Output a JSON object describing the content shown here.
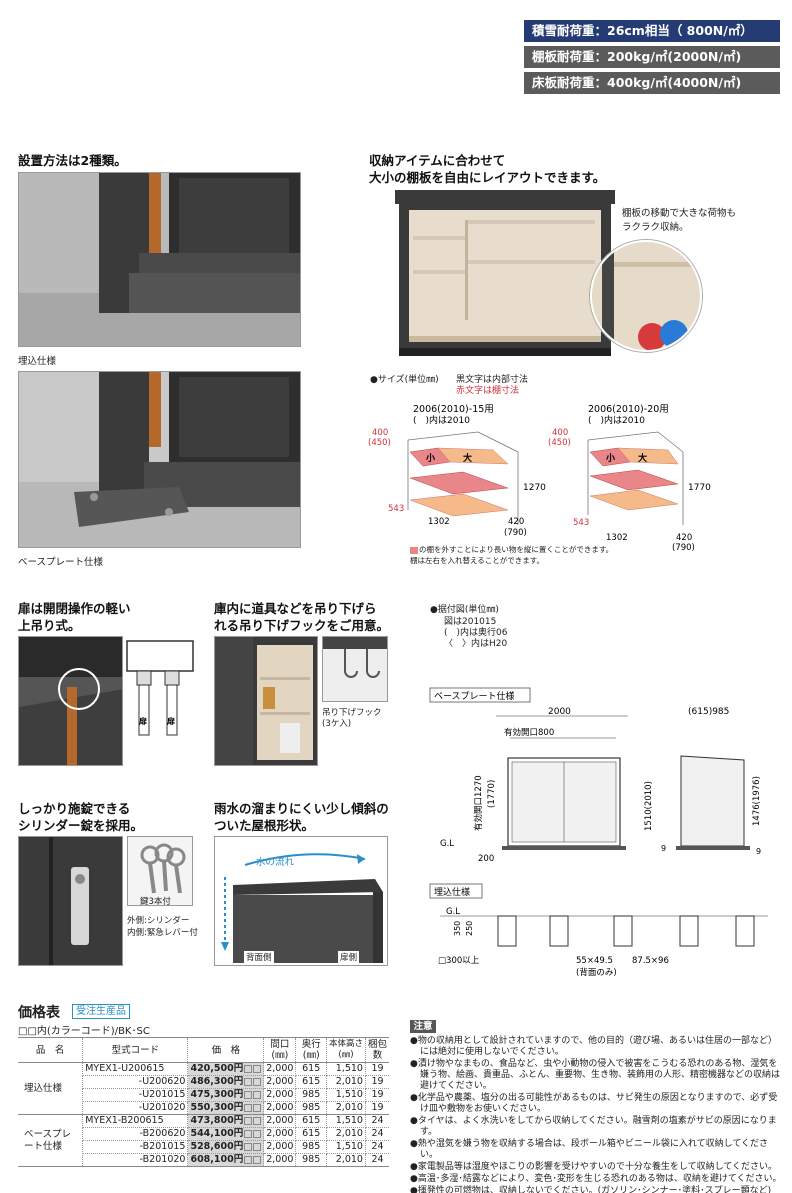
{
  "specs": [
    "積雪耐荷重：26cm相当（ 800N/㎡）",
    "棚板耐荷重：200kg/㎡(2000N/㎡)",
    "床板耐荷重：400kg/㎡(4000N/㎡)"
  ],
  "install": {
    "title": "設置方法は2種類。",
    "type1_caption": "埋込仕様",
    "type2_caption": "ベースプレート仕様"
  },
  "shelf": {
    "title_line1": "収納アイテムに合わせて",
    "title_line2": "大小の棚板を自由にレイアウトできます。",
    "callout_line1": "棚板の移動で大きな荷物も",
    "callout_line2": "ラクラク収納。"
  },
  "size_legend": {
    "label": "●サイズ(単位㎜)",
    "black": "黒文字は内部寸法",
    "red": "赤文字は棚寸法"
  },
  "diagram_15": {
    "title": "2006(2010)-15用",
    "sub": "(　)内は2010",
    "d400": "400",
    "d450": "(450)",
    "small": "小",
    "large": "大",
    "h": "1270",
    "d543": "543",
    "d1302": "1302",
    "d420": "420",
    "d790": "(790)"
  },
  "diagram_20": {
    "title": "2006(2010)-20用",
    "sub": "(　)内は2010",
    "d400": "400",
    "d450": "(450)",
    "small": "小",
    "large": "大",
    "h": "1770",
    "d543": "543",
    "d1302": "1302",
    "d420": "420",
    "d790": "(790)"
  },
  "diagram_note_1": "の棚を外すことにより長い物を縦に置くことができます。",
  "diagram_note_2": "棚は左右を入れ替えることができます。",
  "door": {
    "title_line1": "扉は開閉操作の軽い",
    "title_line2": "上吊り式。",
    "label": "扉"
  },
  "hook": {
    "title_line1": "庫内に道具などを吊り下げら",
    "title_line2": "れる吊り下げフックをご用意。",
    "caption_line1": "吊り下げフック",
    "caption_line2": "(3ケ入)"
  },
  "lock": {
    "title_line1": "しっかり施錠できる",
    "title_line2": "シリンダー錠を採用。",
    "keys": "鍵3本付",
    "caption_line1": "外側:シリンダー",
    "caption_line2": "内側:緊急レバー付"
  },
  "roof": {
    "title_line1": "雨水の溜まりにくい少し傾斜の",
    "title_line2": "ついた屋根形状。",
    "flow": "水の流れ",
    "back": "背面側",
    "front": "扉側"
  },
  "install_fig": {
    "title": "●据付図(単位㎜)",
    "line1": "図は201015",
    "line2": "(　)内は奥行06",
    "line3": "〈　〉内はH20",
    "base_label": "ベースプレート仕様",
    "embed_label": "埋込仕様",
    "w2000": "2000",
    "opening": "有効開口800",
    "d985": "(615)985",
    "h_open": "有効開口1270",
    "h_open2": "(1770)",
    "h1510": "1510(2010)",
    "h1476": "1476(1976)",
    "g1": "G.L",
    "g2": "G.L",
    "d200": "200",
    "d9a": "9",
    "d9b": "9",
    "d350": "350",
    "d250": "250",
    "d300": "□300以上",
    "d55": "55×49.5",
    "d55sub": "(背面のみ)",
    "d87": "87.5×96"
  },
  "price": {
    "title": "価格表",
    "badge": "受注生産品",
    "note": "□□内(カラーコード)/BK･SC",
    "headers": [
      "品　名",
      "型式コード",
      "価　格",
      "間口\n(㎜)",
      "奥行\n(㎜)",
      "本体高さ\n(㎜)",
      "梱包\n数"
    ],
    "groups": [
      {
        "name": "埋込仕様",
        "rows": [
          {
            "code": "MYEX1-U200615",
            "price": "420,500円",
            "w": "2,000",
            "d": "615",
            "h": "1,510",
            "n": "19"
          },
          {
            "code": "-U200620",
            "price": "486,300円",
            "w": "2,000",
            "d": "615",
            "h": "2,010",
            "n": "19"
          },
          {
            "code": "-U201015",
            "price": "475,300円",
            "w": "2,000",
            "d": "985",
            "h": "1,510",
            "n": "19"
          },
          {
            "code": "-U201020",
            "price": "550,300円",
            "w": "2,000",
            "d": "985",
            "h": "2,010",
            "n": "19"
          }
        ]
      },
      {
        "name": "ベースプレート仕様",
        "rows": [
          {
            "code": "MYEX1-B200615",
            "price": "473,800円",
            "w": "2,000",
            "d": "615",
            "h": "1,510",
            "n": "24"
          },
          {
            "code": "-B200620",
            "price": "544,100円",
            "w": "2,000",
            "d": "615",
            "h": "2,010",
            "n": "24"
          },
          {
            "code": "-B201015",
            "price": "528,600円",
            "w": "2,000",
            "d": "985",
            "h": "1,510",
            "n": "24"
          },
          {
            "code": "-B201020",
            "price": "608,100円",
            "w": "2,000",
            "d": "985",
            "h": "2,010",
            "n": "24"
          }
        ]
      }
    ]
  },
  "caution": {
    "title": "注意",
    "items": [
      "●物の収納用として設計されていますので、他の目的（遊び場、あるいは住居の一部など）には絶対に使用しないでください。",
      "●漬け物やなまもの、食品など、虫や小動物の侵入で被害をこうむる恐れのある物、湿気を嫌う物、絵画、貴重品、ふとん、重要物、生き物、装飾用の人形、精密機器などの収納は避けてください。",
      "●化学品や農薬、塩分の出る可能性があるものは、サビ発生の原因となりますので、必ず受け皿や敷物をお使いください。",
      "●タイヤは、よく水洗いをしてから収納してください。融雪剤の塩素がサビの原因になります。",
      "●熱や湿気を嫌う物を収納する場合は、段ボール箱やビニール袋に入れて収納してください。",
      "●家電製品等は湿度やほこりの影響を受けやすいので十分な養生をして収納してください。",
      "●高温･多湿･結露などにより、変色･変形を生じる恐れのある物は、収納を避けてください。",
      "●揮発性の可燃物は、収納しないでください。(ガソリン･シンナー･塗料･スプレー類など)"
    ]
  },
  "colors": {
    "navy": "#243c73",
    "gray_bar": "#5b5b5b",
    "shelf_small": "#e8868a",
    "shelf_large": "#f5b98a",
    "red_text": "#d0313a",
    "accent_blue": "#2a8fc8"
  }
}
